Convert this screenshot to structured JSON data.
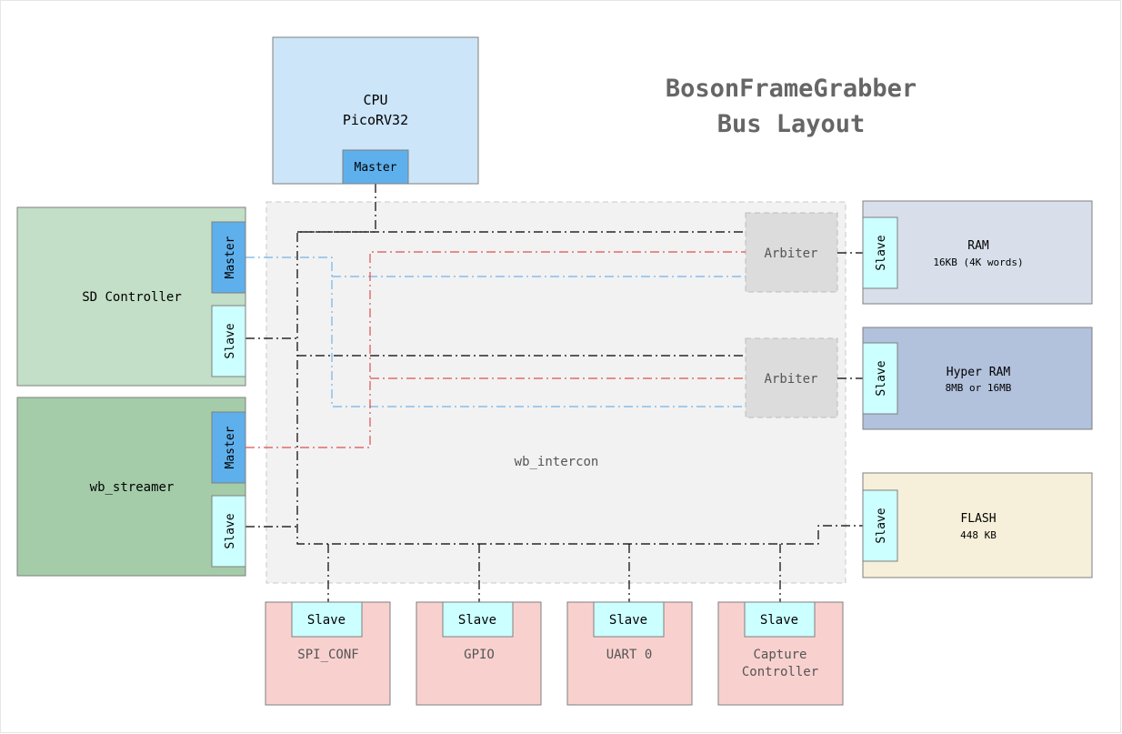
{
  "title": {
    "line1": "BosonFrameGrabber",
    "line2": "Bus Layout"
  },
  "cpu": {
    "line1": "CPU",
    "line2": "PicoRV32",
    "port": "Master"
  },
  "interconnect": {
    "label": "wb_intercon",
    "arbiter1": "Arbiter",
    "arbiter2": "Arbiter"
  },
  "sd_controller": {
    "label": "SD Controller",
    "master_port": "Master",
    "slave_port": "Slave"
  },
  "wb_streamer": {
    "label": "wb_streamer",
    "master_port": "Master",
    "slave_port": "Slave"
  },
  "ram": {
    "label": "RAM",
    "detail": "16KB (4K words)",
    "port": "Slave"
  },
  "hyper_ram": {
    "label": "Hyper RAM",
    "detail": "8MB or 16MB",
    "port": "Slave"
  },
  "flash": {
    "label": "FLASH",
    "detail": "448 KB",
    "port": "Slave"
  },
  "peripherals": {
    "spi_conf": {
      "label": "SPI_CONF",
      "port": "Slave"
    },
    "gpio": {
      "label": "GPIO",
      "port": "Slave"
    },
    "uart0": {
      "label": "UART 0",
      "port": "Slave"
    },
    "capture": {
      "label1": "Capture",
      "label2": "Controller",
      "port": "Slave"
    }
  },
  "colors": {
    "cpu_fill": "#cce5f8",
    "master_fill": "#5eb0ec",
    "slave_fill": "#ccffff",
    "sd_fill": "#c3dfc7",
    "streamer_fill": "#a4cca9",
    "ram_fill": "#d8dfeb",
    "hyperram_fill": "#b2c1dc",
    "flash_fill": "#f6efda",
    "peripheral_fill": "#f8d1cf",
    "intercon_fill": "#f2f2f2",
    "arbiter_fill": "#dcdcdc",
    "bus_black": "#000000",
    "bus_red": "#e05050",
    "bus_blue": "#72b3e8"
  }
}
